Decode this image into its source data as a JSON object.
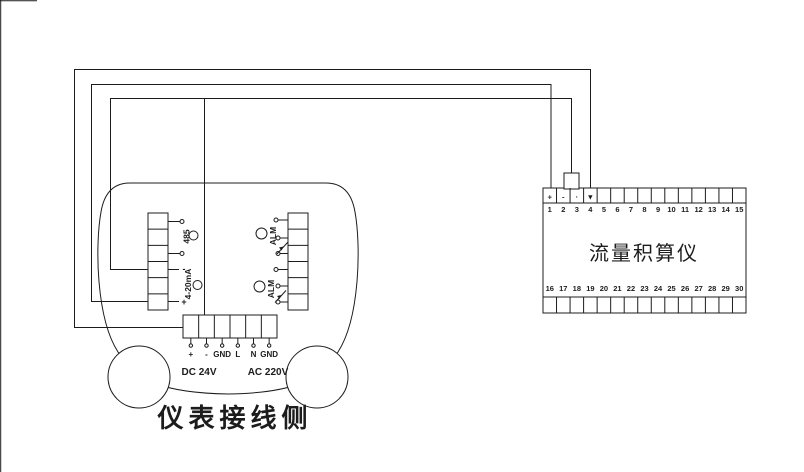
{
  "colors": {
    "background": "#ffffff",
    "line": "#1c1c1c"
  },
  "instrument": {
    "caption": "仪表接线侧",
    "terminal_block_left": {
      "label_485": "485",
      "label_4_20ma": "4-20mA",
      "mark_minus": "-",
      "mark_plus": "+"
    },
    "terminal_block_right": {
      "switch_top_label": "ALM",
      "switch_bottom_label": "ALM"
    },
    "power_terminals": {
      "labels": [
        "+",
        "-",
        "GND",
        "L",
        "N",
        "GND"
      ],
      "dc_group": "DC 24V",
      "ac_group": "AC 220V"
    }
  },
  "totalizer": {
    "title": "流量积算仪",
    "top_terminals": [
      "1",
      "2",
      "3",
      "4",
      "5",
      "6",
      "7",
      "8",
      "9",
      "10",
      "11",
      "12",
      "13",
      "14",
      "15"
    ],
    "bottom_terminals": [
      "16",
      "17",
      "18",
      "19",
      "20",
      "21",
      "22",
      "23",
      "24",
      "25",
      "26",
      "27",
      "28",
      "29",
      "30"
    ],
    "input_marks": [
      "+",
      "-",
      "·",
      "▼"
    ]
  }
}
